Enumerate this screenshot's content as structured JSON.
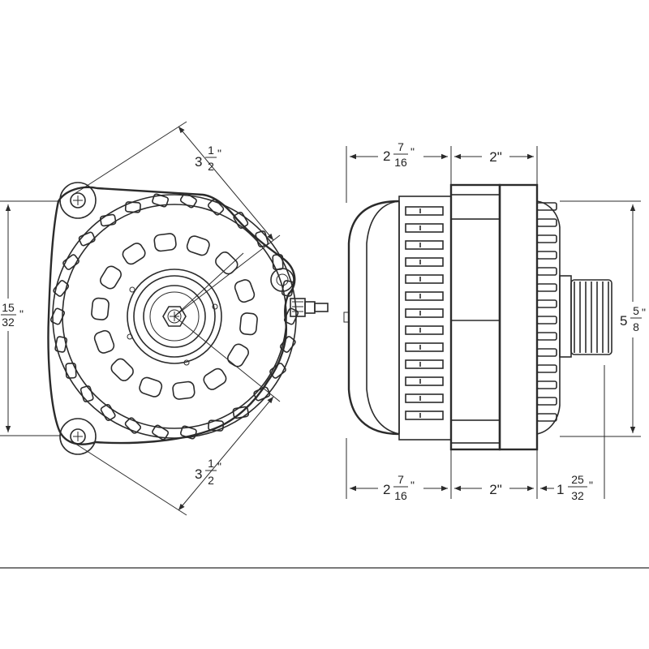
{
  "dimensions": {
    "front_height": {
      "numerator": "15",
      "denominator": "32",
      "unit": "\""
    },
    "front_upper_diagonal": {
      "whole": "3",
      "numerator": "1",
      "denominator": "2",
      "unit": "\""
    },
    "front_lower_diagonal": {
      "whole": "3",
      "numerator": "1",
      "denominator": "2",
      "unit": "\""
    },
    "side_top_left": {
      "whole": "2",
      "numerator": "7",
      "denominator": "16",
      "unit": "\""
    },
    "side_top_right": {
      "value": "2\""
    },
    "side_bottom_left": {
      "whole": "2",
      "numerator": "7",
      "denominator": "16",
      "unit": "\""
    },
    "side_bottom_middle": {
      "value": "2\""
    },
    "side_bottom_right": {
      "whole": "1",
      "numerator": "25",
      "denominator": "32",
      "unit": "\""
    },
    "side_height": {
      "whole": "5",
      "numerator": "5",
      "denominator": "8",
      "unit": "\""
    }
  },
  "colors": {
    "line": "#2b2b2b",
    "background": "#ffffff"
  }
}
